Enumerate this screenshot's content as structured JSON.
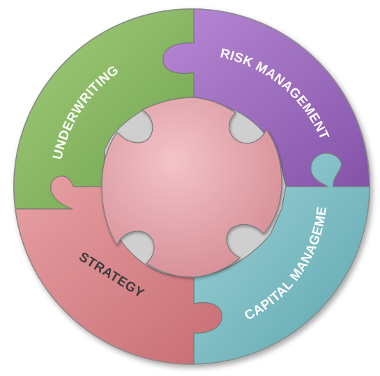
{
  "diagram": {
    "segments": [
      {
        "id": "top-left",
        "label": "UNDERWRITING",
        "color": "#8fbf6a",
        "text_color": "#ffffff"
      },
      {
        "id": "top-right",
        "label": "RISK MANAGEMENT",
        "color": "#a879c7",
        "text_color": "#ffffff"
      },
      {
        "id": "bottom-right",
        "label": "CAPITAL MANAGEMENT",
        "color": "#7fc0c6",
        "text_color": "#ffffff"
      },
      {
        "id": "bottom-left",
        "label": "STRATEGY",
        "color": "#dd8f93",
        "text_color": "#3a3a3a"
      }
    ],
    "center": {
      "label": "",
      "color": "#e8a6ad"
    }
  }
}
